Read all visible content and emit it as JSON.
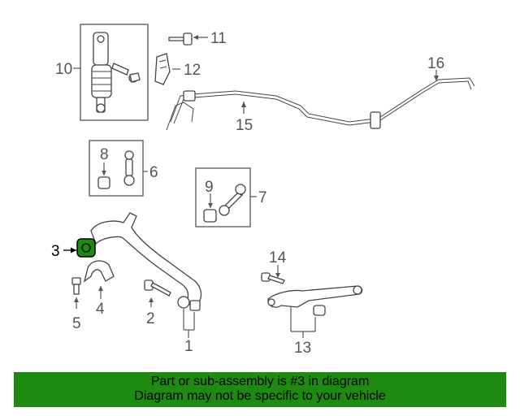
{
  "callouts": {
    "c1": "1",
    "c2": "2",
    "c3": "3",
    "c4": "4",
    "c5": "5",
    "c6": "6",
    "c7": "7",
    "c8": "8",
    "c9": "9",
    "c10": "10",
    "c11": "11",
    "c12": "12",
    "c13": "13",
    "c14": "14",
    "c15": "15",
    "c16": "16"
  },
  "highlight": {
    "part_number": "3",
    "color": "#1f8a12"
  },
  "banner": {
    "line1": "Part or sub-assembly is #3 in diagram",
    "line2": "Diagram may not be specific to your vehicle",
    "background": "#1f8a12"
  }
}
